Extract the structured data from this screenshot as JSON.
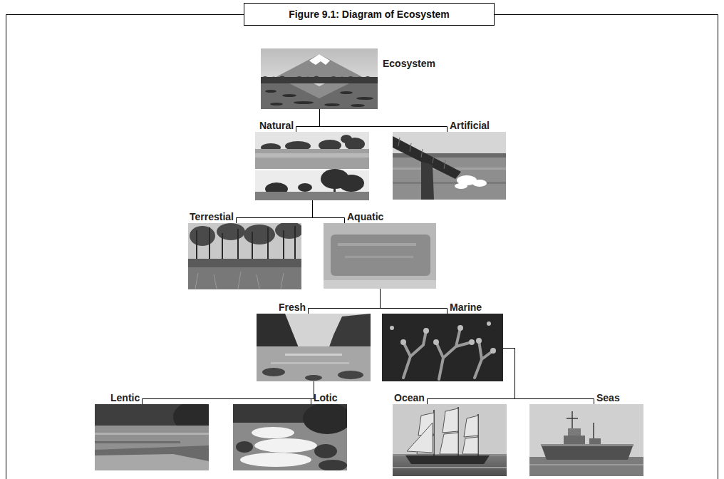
{
  "diagram": {
    "title": "Figure 9.1: Diagram of Ecosystem",
    "nodes": [
      {
        "text": [
          "Ecosystem"
        ]
      },
      {
        "text": [
          "Natural"
        ]
      },
      {
        "text": [
          "Artificial"
        ]
      },
      {
        "text": [
          "Terrestial"
        ]
      },
      {
        "text": [
          "Aquatic"
        ]
      },
      {
        "text": [
          "Fresh"
        ]
      },
      {
        "text": [
          "Marine"
        ]
      },
      {
        "text": [
          "Lentic"
        ]
      },
      {
        "text": [
          "Lotic"
        ]
      },
      {
        "text": [
          "Ocean"
        ]
      },
      {
        "text": [
          "Seas"
        ]
      }
    ],
    "edges": [
      {
        "from": 0,
        "to": 1,
        "arrow": "none"
      },
      {
        "from": 0,
        "to": 2,
        "arrow": "none"
      },
      {
        "from": 1,
        "to": 3,
        "arrow": "none"
      },
      {
        "from": 1,
        "to": 4,
        "arrow": "none"
      },
      {
        "from": 4,
        "to": 5,
        "arrow": "none"
      },
      {
        "from": 4,
        "to": 6,
        "arrow": "none"
      },
      {
        "from": 5,
        "to": 7,
        "arrow": "none"
      },
      {
        "from": 5,
        "to": 8,
        "arrow": "none"
      },
      {
        "from": 6,
        "to": 9,
        "arrow": "none"
      },
      {
        "from": 6,
        "to": 10,
        "arrow": "none"
      }
    ]
  }
}
